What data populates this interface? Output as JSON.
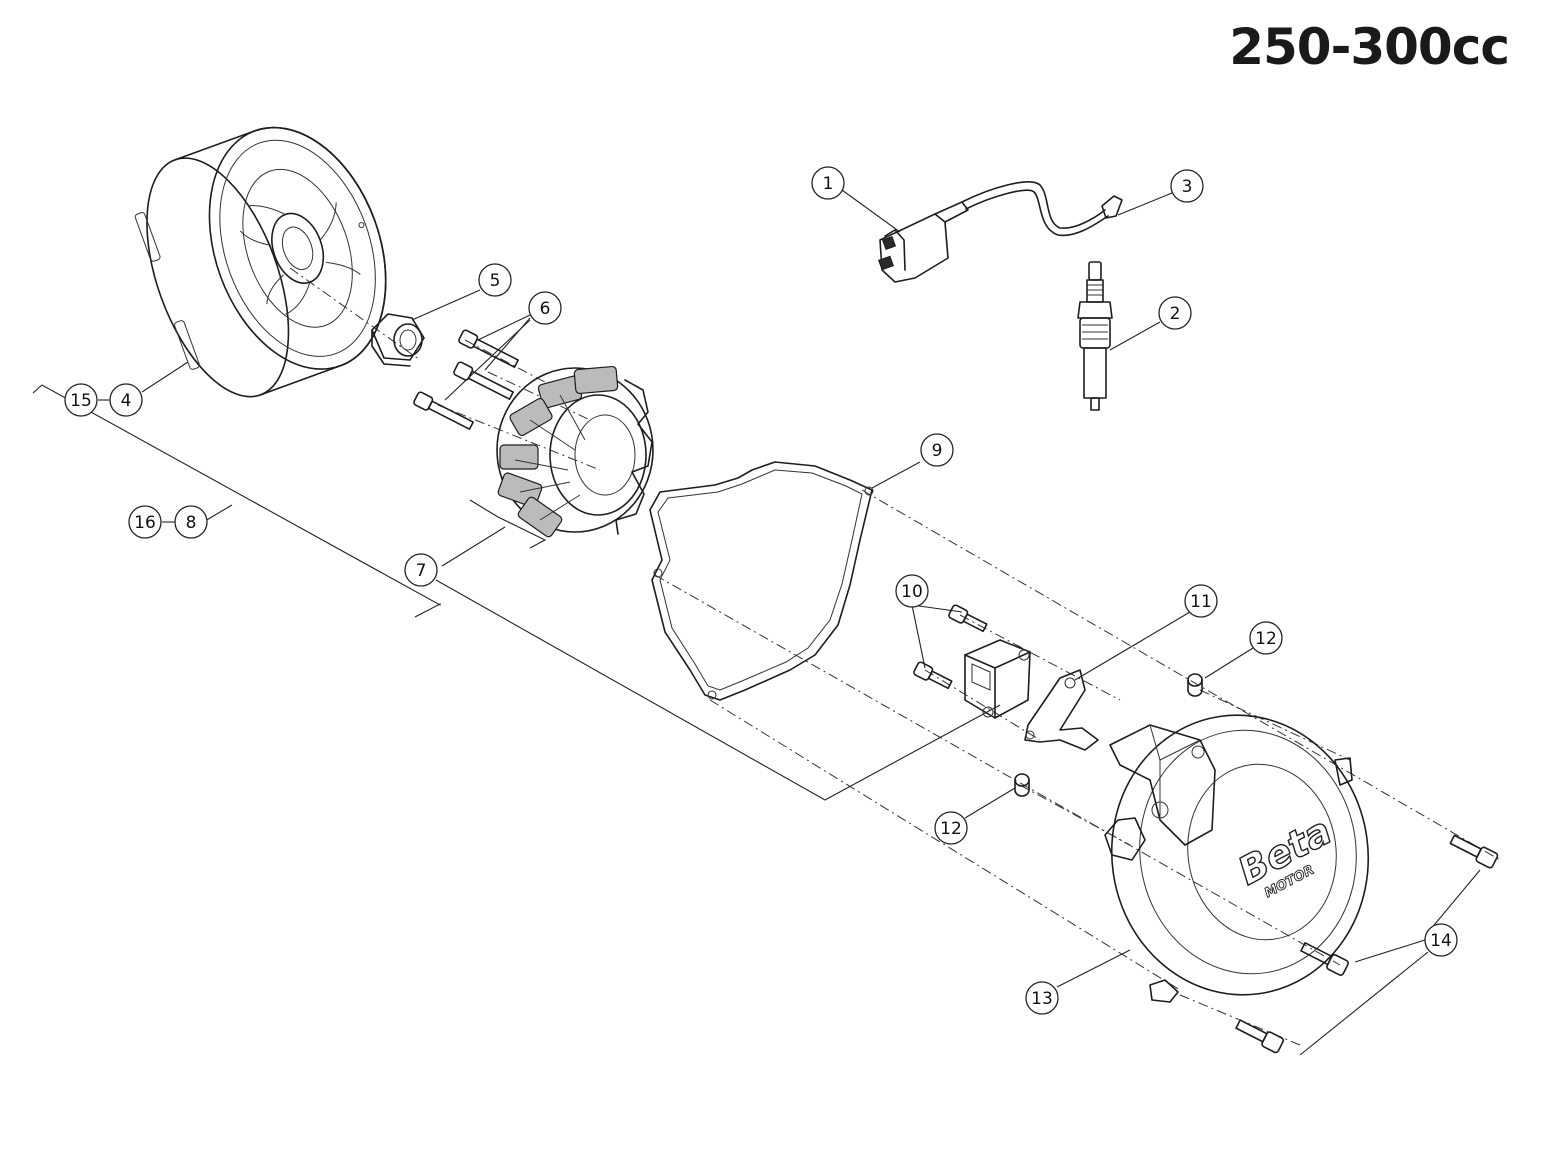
{
  "title": "250-300cc",
  "callouts": [
    {
      "label": "1"
    },
    {
      "label": "2"
    },
    {
      "label": "3"
    },
    {
      "label": "4"
    },
    {
      "label": "5"
    },
    {
      "label": "6"
    },
    {
      "label": "7"
    },
    {
      "label": "8"
    },
    {
      "label": "9"
    },
    {
      "label": "10"
    },
    {
      "label": "11"
    },
    {
      "label": "12"
    },
    {
      "label": "12"
    },
    {
      "label": "13"
    },
    {
      "label": "14"
    },
    {
      "label": "15"
    },
    {
      "label": "16"
    }
  ],
  "cover_logo_text": "Beta",
  "cover_logo_sub": "MOTOR"
}
